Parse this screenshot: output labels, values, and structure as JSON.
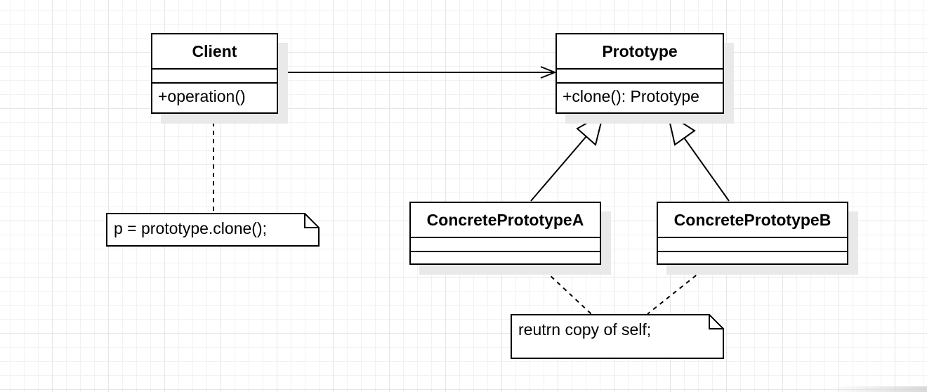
{
  "classes": {
    "client": {
      "name": "Client",
      "operations": [
        "+operation()"
      ]
    },
    "prototype": {
      "name": "Prototype",
      "operations": [
        "+clone(): Prototype"
      ]
    },
    "concrete_a": {
      "name": "ConcretePrototypeA",
      "operations": []
    },
    "concrete_b": {
      "name": "ConcretePrototypeB",
      "operations": []
    }
  },
  "notes": {
    "client_note": "p = prototype.clone();",
    "concrete_note": "reutrn copy of self;"
  },
  "relationships": [
    {
      "from": "Client",
      "to": "Prototype",
      "kind": "association"
    },
    {
      "from": "ConcretePrototypeA",
      "to": "Prototype",
      "kind": "generalization"
    },
    {
      "from": "ConcretePrototypeB",
      "to": "Prototype",
      "kind": "generalization"
    },
    {
      "from": "Client",
      "to": "client_note",
      "kind": "note-link"
    },
    {
      "from": "ConcretePrototypeA",
      "to": "concrete_note",
      "kind": "note-link"
    },
    {
      "from": "ConcretePrototypeB",
      "to": "concrete_note",
      "kind": "note-link"
    }
  ]
}
